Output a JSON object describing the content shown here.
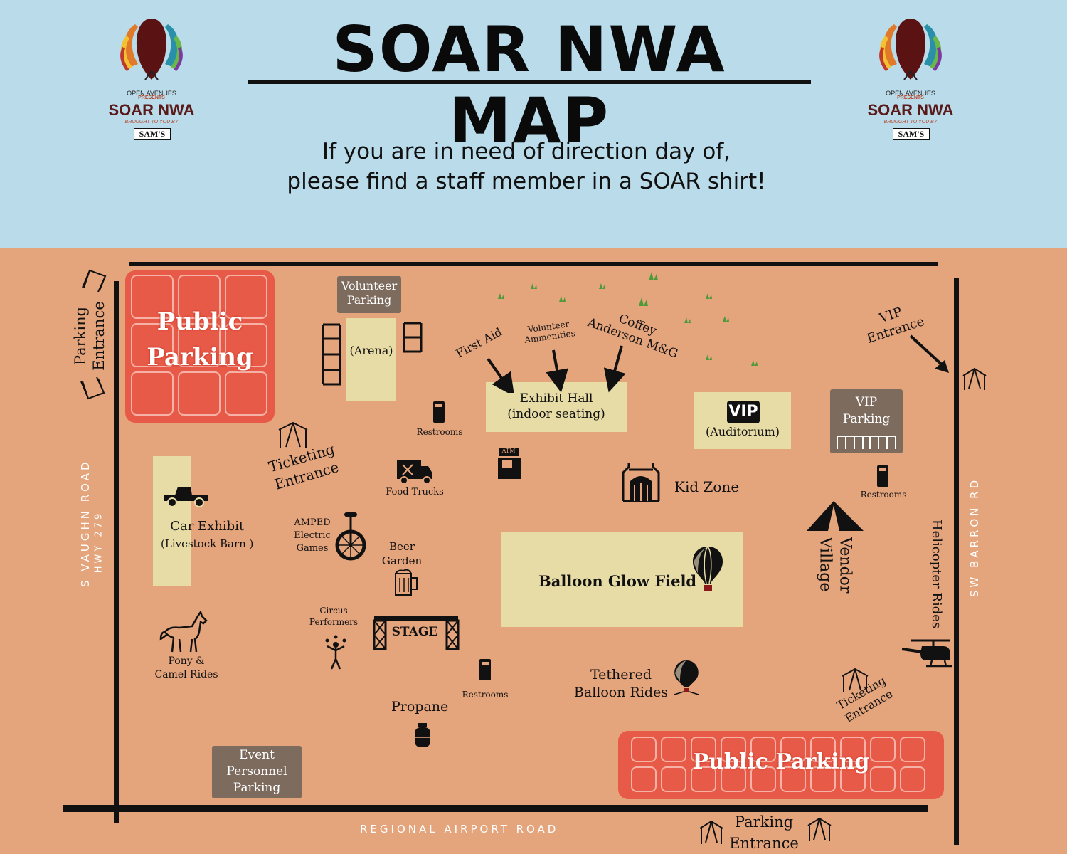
{
  "header": {
    "title": "SOAR NWA MAP",
    "subtitle_line1": "If you are in need of direction day of,",
    "subtitle_line2": "please find a staff member in a SOAR shirt!",
    "logo": {
      "line1": "OPEN AVENUES",
      "line2": "PRESENTS",
      "line3": "SOAR NWA",
      "line4": "BROUGHT TO YOU BY",
      "line5": "SAM'S"
    }
  },
  "roads": {
    "left": "S VAUGHN ROAD",
    "left_sub": "HWY 279",
    "right": "SW BARRON RD",
    "bottom": "REGIONAL AIRPORT ROAD"
  },
  "areas": {
    "public_parking_nw_1": "Public",
    "public_parking_nw_2": "Parking",
    "public_parking_se": "Public Parking",
    "volunteer_parking_1": "Volunteer",
    "volunteer_parking_2": "Parking",
    "arena": "(Arena)",
    "exhibit_hall_1": "Exhibit Hall",
    "exhibit_hall_2": "(indoor seating)",
    "vip_badge": "VIP",
    "vip_auditorium": "(Auditorium)",
    "vip_parking_1": "VIP",
    "vip_parking_2": "Parking",
    "car_exhibit_1": "Car Exhibit",
    "car_exhibit_2": "(Livestock Barn )",
    "balloon_glow": "Balloon Glow Field",
    "event_personnel_1": "Event",
    "event_personnel_2": "Personnel",
    "event_personnel_3": "Parking"
  },
  "labels": {
    "parking_entrance_left_1": "Parking",
    "parking_entrance_left_2": "Entrance",
    "ticketing_entrance_left_1": "Ticketing",
    "ticketing_entrance_left_2": "Entrance",
    "first_aid": "First Aid",
    "volunteer_amenities_1": "Volunteer",
    "volunteer_amenities_2": "Ammenities",
    "coffey_1": "Coffey",
    "coffey_2": "Anderson M&G",
    "vip_entrance_1": "VIP",
    "vip_entrance_2": "Entrance",
    "restrooms_a": "Restrooms",
    "restrooms_b": "Restrooms",
    "restrooms_c": "Restrooms",
    "food_trucks": "Food Trucks",
    "atm": "ATM",
    "kid_zone": "Kid Zone",
    "vendor_village_1": "Vendor",
    "vendor_village_2": "Village",
    "amped_1": "AMPED",
    "amped_2": "Electric",
    "amped_3": "Games",
    "beer_garden_1": "Beer",
    "beer_garden_2": "Garden",
    "pony_1": "Pony &",
    "pony_2": "Camel Rides",
    "circus_1": "Circus",
    "circus_2": "Performers",
    "stage": "STAGE",
    "tethered_1": "Tethered",
    "tethered_2": "Balloon Rides",
    "propane": "Propane",
    "helicopter": "Helicopter Rides",
    "ticketing_entrance_right_1": "Ticketing",
    "ticketing_entrance_right_2": "Entrance",
    "parking_entrance_bottom_1": "Parking",
    "parking_entrance_bottom_2": "Entrance"
  },
  "colors": {
    "sky": "#b9dbea",
    "ground": "#e4a47c",
    "building": "#e8dca6",
    "public_parking": "#e85a48",
    "staff_parking": "#7d6b5e"
  }
}
